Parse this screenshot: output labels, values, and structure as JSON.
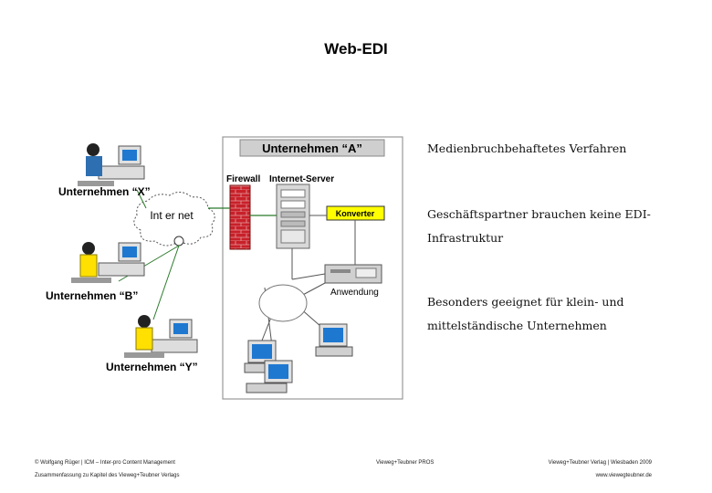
{
  "title": "Web-EDI",
  "diagram": {
    "company_a": "Unternehmen “A”",
    "company_x": "Unternehmen “X”",
    "company_b": "Unternehmen “B”",
    "company_y": "Unternehmen “Y”",
    "internet": "Int er net",
    "firewall": "Firewall",
    "internet_server": "Internet-Server",
    "converter": "Konverter",
    "application": "Anwendung"
  },
  "bullets": [
    "Medienbruchbehaftetes Verfahren",
    "Geschäftspartner brauchen keine EDI-",
    "Infrastruktur",
    "Besonders geeignet für klein- und",
    "mittelständische Unternehmen"
  ],
  "footer": {
    "left_line1": "© Wolfgang Rüger | ICM – Inter-pro Content Management",
    "left_line2": "Zusammenfassung zu Kapitel des Vieweg+Teubner Verlags",
    "center": "Vieweg+Teubner PROS",
    "right_line1": "Vieweg+Teubner Verlag | Wiesbaden 2009",
    "right_line2": "www.viewegteubner.de"
  },
  "colors": {
    "firewall_brick": "#c8202a",
    "converter_fill": "#ffff00",
    "link_line": "#2a7a2a",
    "monitor_screen": "#1e78d0",
    "person_yellow": "#ffe000"
  }
}
